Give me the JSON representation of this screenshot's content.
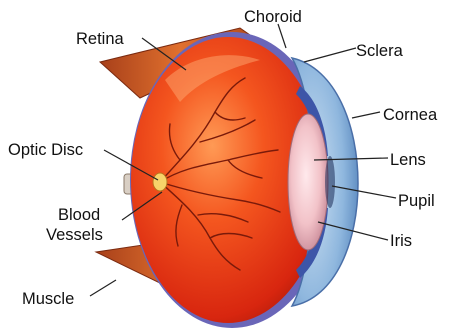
{
  "labels": {
    "retina": "Retina",
    "choroid": "Choroid",
    "sclera": "Sclera",
    "cornea": "Cornea",
    "lens": "Lens",
    "pupil": "Pupil",
    "iris": "Iris",
    "optic_disc": "Optic Disc",
    "blood_vessels_line1": "Blood",
    "blood_vessels_line2": "Vessels",
    "muscle": "Muscle"
  },
  "colors": {
    "eyeball": "#e8321a",
    "eyeball_highlight": "#ff8a4a",
    "muscle": "#c8501e",
    "sclera_rim": "#6a66b8",
    "cornea": "#8fb7de",
    "lens": "#f2c2c8",
    "iris": "#3d55a8",
    "vessels": "#7a1a0a",
    "leader_line": "#222222"
  }
}
